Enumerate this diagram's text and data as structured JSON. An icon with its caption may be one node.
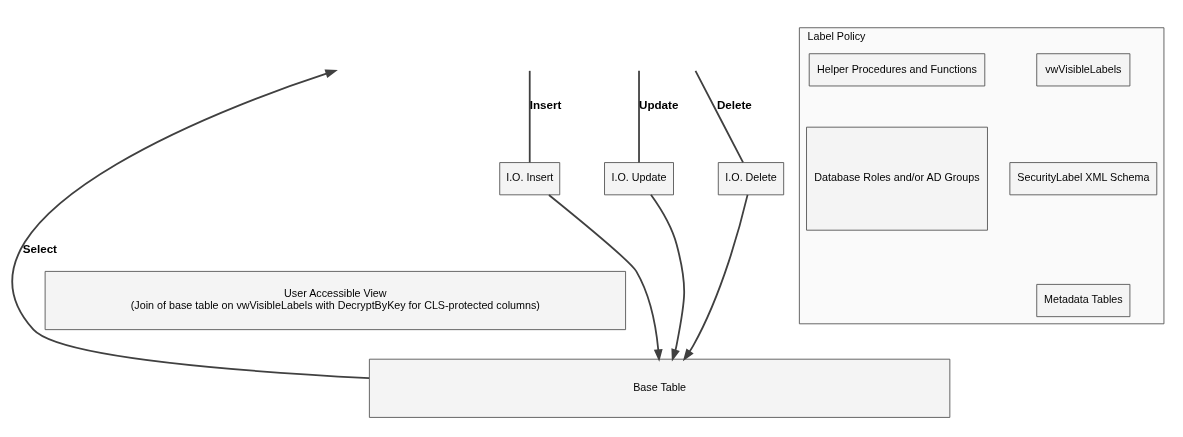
{
  "diagram": {
    "nodes": [
      {
        "text": [
          "I.O. Insert"
        ]
      },
      {
        "text": [
          "I.O. Update"
        ]
      },
      {
        "text": [
          "I.O. Delete"
        ]
      },
      {
        "text": [
          "User Accessible View",
          "(Join of base table on vwVisibleLabels with DecryptByKey for CLS-protected columns)"
        ]
      },
      {
        "text": [
          "Base Table"
        ]
      },
      {
        "text": [
          "Label Policy"
        ]
      },
      {
        "text": [
          "vwVisibleLabels"
        ],
        "in": 5
      },
      {
        "text": [
          "Helper Procedures and Functions"
        ],
        "in": 5
      },
      {
        "text": [
          "SecurityLabel XML Schema"
        ],
        "in": 5
      },
      {
        "text": [
          "Metadata Tables"
        ],
        "in": 5
      },
      {
        "text": [
          "Database Roles and/or AD Groups"
        ],
        "in": 5
      }
    ],
    "edges": [
      {
        "from": 4,
        "to": null,
        "arrow": "to",
        "label": "Select"
      },
      {
        "from": null,
        "to": 0,
        "arrow": "none",
        "label": "Insert"
      },
      {
        "from": 0,
        "to": 4,
        "arrow": "to"
      },
      {
        "from": null,
        "to": 1,
        "arrow": "none",
        "label": "Update"
      },
      {
        "from": 1,
        "to": 4,
        "arrow": "to"
      },
      {
        "from": null,
        "to": 2,
        "arrow": "none",
        "label": "Delete"
      },
      {
        "from": 2,
        "to": 4,
        "arrow": "to"
      }
    ]
  }
}
